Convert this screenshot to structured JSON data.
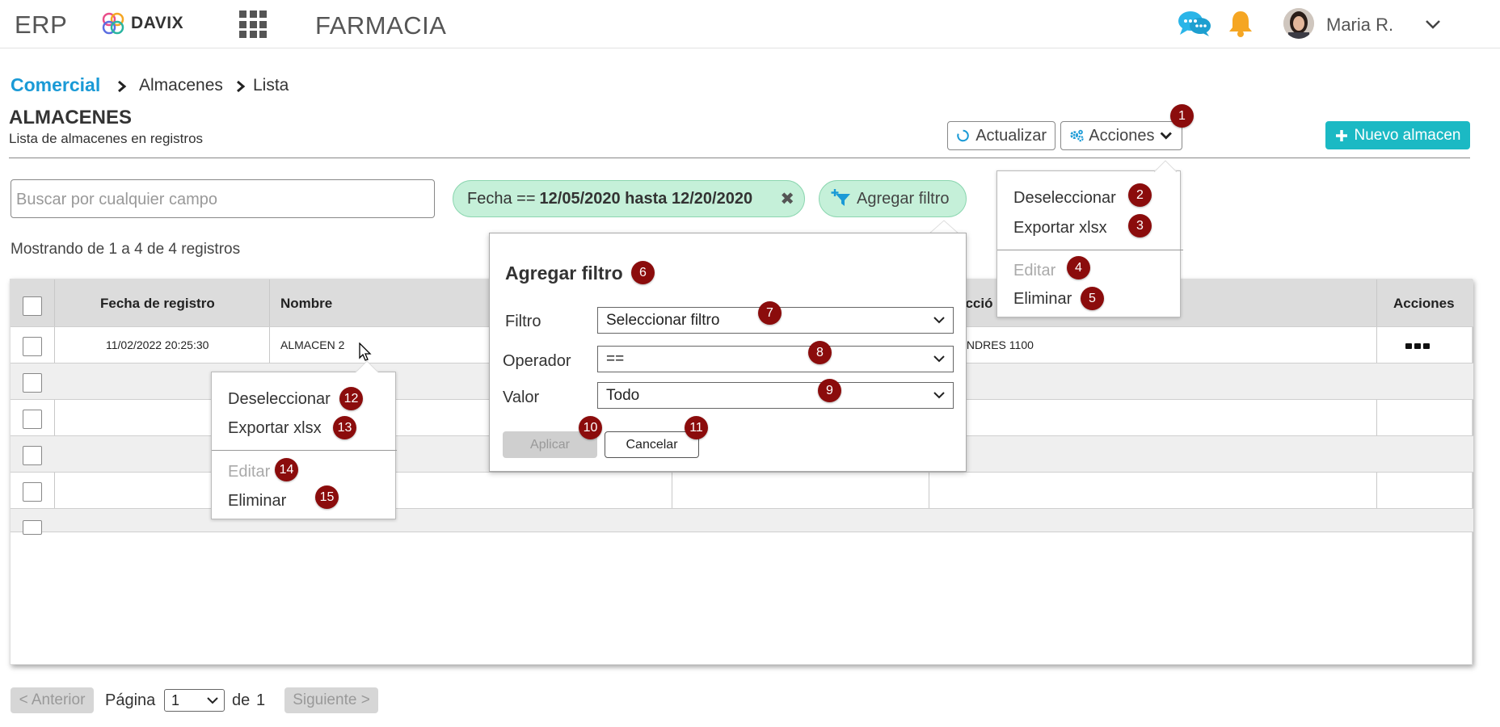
{
  "header": {
    "erp_label": "ERP",
    "brand": "DAVIX",
    "app_name": "FARMACIA",
    "user_name": "Maria R."
  },
  "breadcrumb": {
    "root": "Comercial",
    "items": [
      "Almacenes",
      "Lista"
    ]
  },
  "page": {
    "title": "ALMACENES",
    "subtitle": "Lista de almacenes en registros"
  },
  "toolbar": {
    "refresh_label": "Actualizar",
    "actions_label": "Acciones",
    "new_label": "Nuevo almacen"
  },
  "search": {
    "placeholder": "Buscar por cualquier campo"
  },
  "filters": {
    "active_chip_prefix": "Fecha ==",
    "active_chip_value": "12/05/2020 hasta 12/20/2020",
    "add_filter_label": "Agregar filtro"
  },
  "showing_text": "Mostrando de 1 a 4 de 4 registros",
  "table": {
    "columns": {
      "date": "Fecha de registro",
      "name": "Nombre",
      "address_partial": "ecció",
      "actions": "Acciones"
    },
    "rows": [
      {
        "date": "11/02/2022 20:25:30",
        "name": "ALMACEN 2",
        "address": "ONDRES 1100"
      }
    ]
  },
  "actions_menu": {
    "items": [
      "Deseleccionar",
      "Exportar xlsx",
      "Editar",
      "Eliminar"
    ],
    "badges": [
      "2",
      "3",
      "4",
      "5"
    ],
    "toggle_badge": "1"
  },
  "context_menu": {
    "items": [
      "Deseleccionar",
      "Exportar xlsx",
      "Editar",
      "Eliminar"
    ],
    "badges": [
      "12",
      "13",
      "14",
      "15"
    ]
  },
  "filter_dialog": {
    "title": "Agregar filtro",
    "title_badge": "6",
    "filter_label": "Filtro",
    "filter_value": "Seleccionar filtro",
    "filter_badge": "7",
    "operator_label": "Operador",
    "operator_value": "==",
    "operator_badge": "8",
    "value_label": "Valor",
    "value_value": "Todo",
    "value_badge": "9",
    "apply_label": "Aplicar",
    "apply_badge": "10",
    "cancel_label": "Cancelar",
    "cancel_badge": "11"
  },
  "pagination": {
    "prev_label": "< Anterior",
    "page_label": "Página",
    "current_page": "1",
    "of_label": "de",
    "total_pages": "1",
    "next_label": "Siguiente >"
  },
  "colors": {
    "accent": "#1a9ad6",
    "new_button": "#1bb9c4",
    "chip_bg": "#c5f0d9",
    "badge": "#8b0c0c",
    "bell": "#f5a623",
    "chat": "#2ab5e8"
  }
}
